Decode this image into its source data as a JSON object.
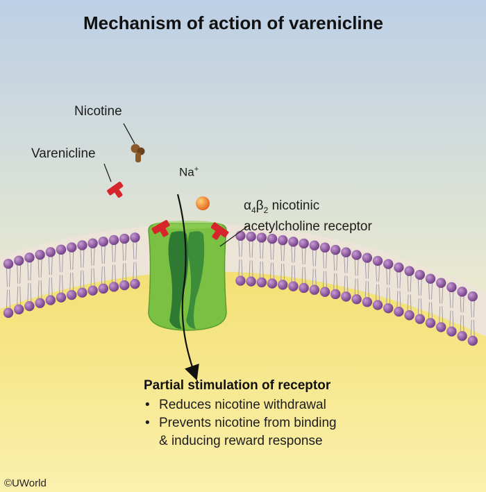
{
  "title": "Mechanism of action of varenicline",
  "labels": {
    "nicotine": "Nicotine",
    "varenicline": "Varenicline",
    "sodium_symbol": "Na",
    "sodium_charge": "+",
    "receptor_alpha": "α",
    "receptor_alpha_sub": "4",
    "receptor_beta": "β",
    "receptor_beta_sub": "2",
    "receptor_line1_rest": " nicotinic",
    "receptor_line2": "acetylcholine receptor"
  },
  "effect": {
    "heading": "Partial stimulation of receptor",
    "bullet_symbol": "•",
    "bullets": [
      "Reduces nicotine withdrawal",
      "Prevents nicotine from binding"
    ],
    "continuation": "& inducing reward response"
  },
  "copyright": "©UWorld",
  "colors": {
    "sky_top": "#bccfe6",
    "sky_bottom": "#f3efc8",
    "cytoplasm": "#f6e67e",
    "membrane_heads": "#8a4f9e",
    "receptor_outer": "#7ac143",
    "receptor_inner": "#3c8d3a",
    "varenicline": "#d7262b",
    "nicotine": "#8b5a2b",
    "sodium_ion": "#f28a1e"
  },
  "icons": {
    "varenicline": "red-t-shaped-molecule-icon",
    "nicotine": "brown-molecule-icon",
    "sodium": "orange-ion-sphere-icon"
  }
}
